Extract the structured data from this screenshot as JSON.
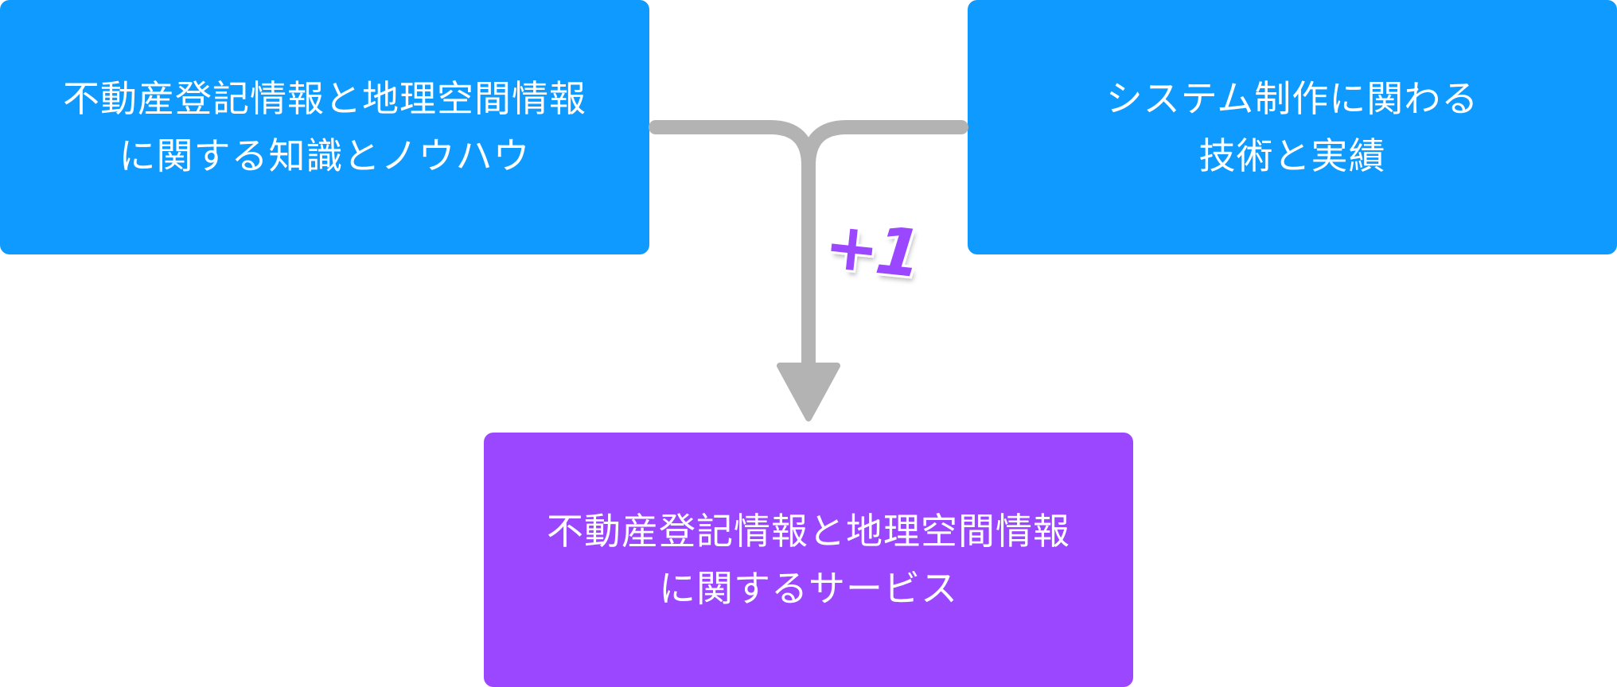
{
  "boxes": {
    "left": {
      "line1": "不動産登記情報と地理空間情報",
      "line2": "に関する知識とノウハウ",
      "color": "#0f9aff"
    },
    "right": {
      "line1": "システム制作に関わる",
      "line2": "技術と実績",
      "color": "#0f9aff"
    },
    "bottom": {
      "line1": "不動産登記情報と地理空間情報",
      "line2": "に関するサービス",
      "color": "#9b47ff"
    }
  },
  "badge": {
    "text": "+1",
    "color": "#9b47ff"
  },
  "connector": {
    "color": "#b3b3b3"
  }
}
